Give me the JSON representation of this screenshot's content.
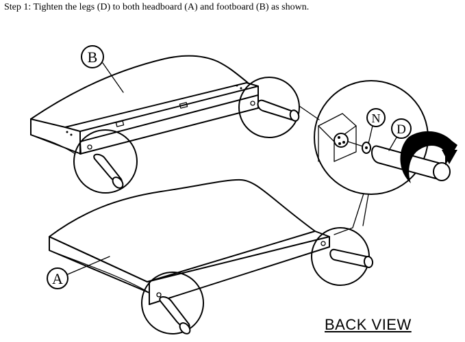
{
  "instruction": "Step 1: Tighten the legs (D) to both headboard (A) and footboard (B) as shown.",
  "view_caption": "BACK VIEW",
  "part_labels": {
    "headboard": "A",
    "footboard": "B",
    "leg": "D",
    "nut": "N"
  }
}
